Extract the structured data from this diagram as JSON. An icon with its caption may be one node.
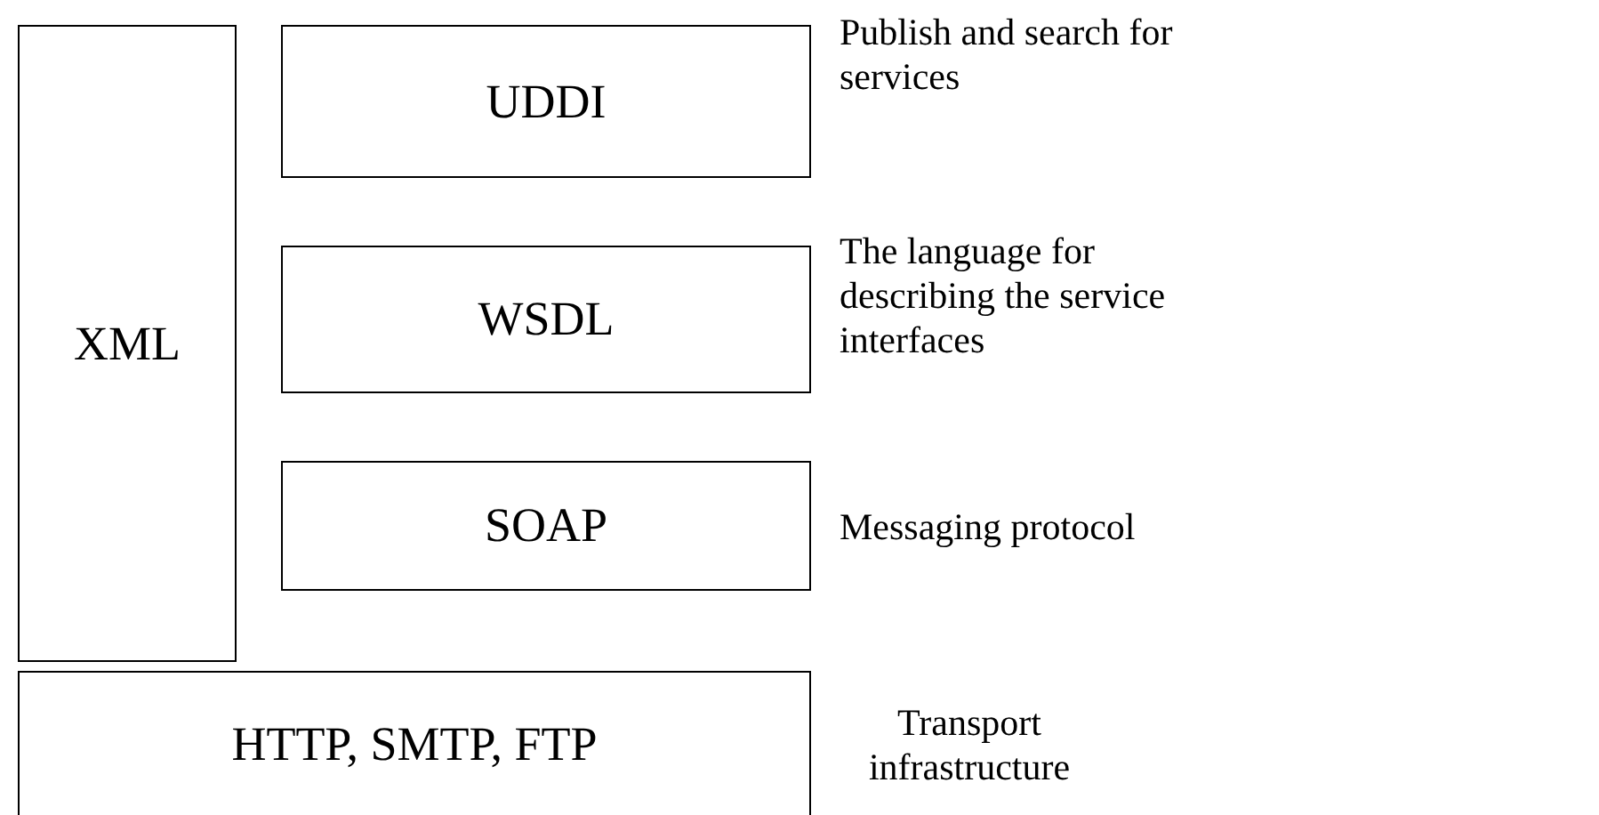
{
  "diagram": {
    "nodes": [
      {
        "text": [
          "XML"
        ]
      },
      {
        "text": [
          "UDDI"
        ],
        "beside": [
          "Publish and search for services"
        ]
      },
      {
        "text": [
          "WSDL"
        ],
        "beside": [
          "The language for describing the service interfaces"
        ]
      },
      {
        "text": [
          "SOAP"
        ],
        "beside": [
          "Messaging protocol"
        ]
      },
      {
        "text": [
          "HTTP, SMTP, FTP"
        ],
        "beside": [
          "Transport infrastructure"
        ]
      }
    ]
  }
}
